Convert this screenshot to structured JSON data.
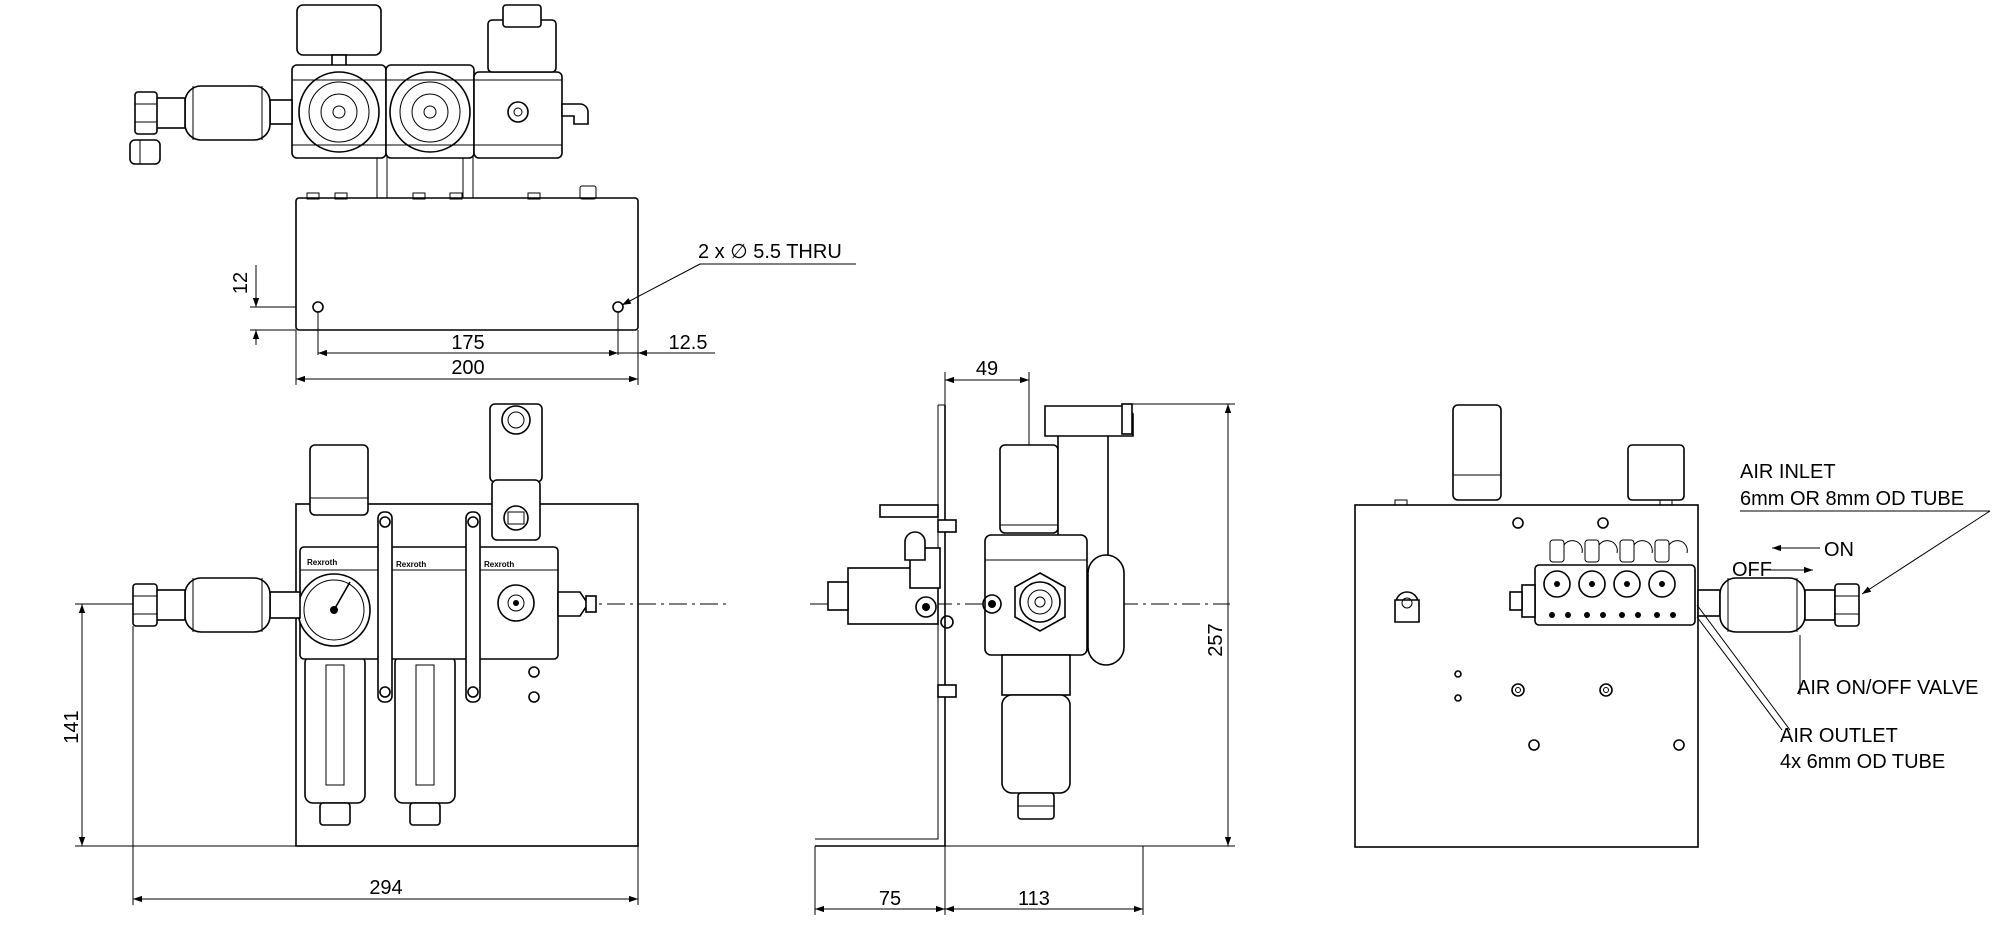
{
  "dimensions": {
    "hole_offset": "12",
    "hole_pitch": "175",
    "hole_edge": "12.5",
    "plate_width": "200",
    "overall_width": "294",
    "centre_height": "141",
    "bracket_offset": "49",
    "overall_height": "257",
    "base_left": "75",
    "base_right": "113"
  },
  "notes": {
    "holes": "2 x ∅ 5.5 THRU",
    "air_inlet_line1": "AIR INLET",
    "air_inlet_line2": "6mm OR 8mm OD TUBE",
    "on": "ON",
    "off": "OFF",
    "valve": "AIR ON/OFF VALVE",
    "outlet_line1": "AIR OUTLET",
    "outlet_line2": "4x 6mm OD TUBE"
  },
  "labels": {
    "brand_1": "Rexroth",
    "brand_2": "Rexroth",
    "brand_3": "Rexroth"
  }
}
